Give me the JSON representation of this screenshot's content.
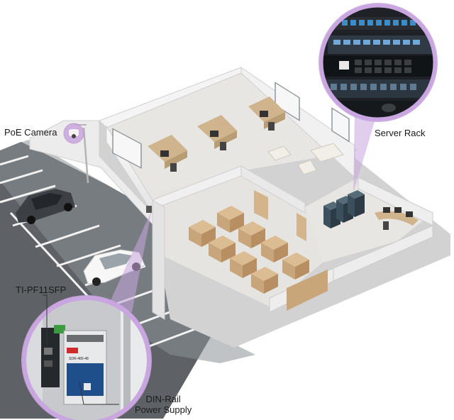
{
  "labels": {
    "poe_camera": "PoE Camera",
    "server_rack": "Server Rack",
    "sfp_device": "TI-PF11SFP",
    "power_supply_line1": "DIN-Rail",
    "power_supply_line2": "Power Supply"
  },
  "device_text": {
    "psu_model": "SDR-480-48"
  },
  "colors": {
    "callout": "#c9a6df",
    "callout_border": "#b994d3",
    "asphalt": "#5e6266",
    "wall": "#eeeeee",
    "floor": "#e7e5e2",
    "box": "#c8a57b",
    "desk": "#cfb48e",
    "rack": "#3c4f5c"
  },
  "icons": [
    "camera-icon",
    "server-rack-icon",
    "car-icon",
    "switch-icon",
    "power-supply-icon"
  ]
}
